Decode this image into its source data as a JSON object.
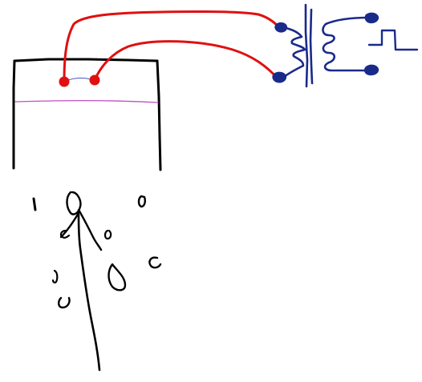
{
  "colors": {
    "background": "#ffffff",
    "ink": "#000000",
    "wire": "#e01010",
    "transformer": "#1a2a8a",
    "waterline": "#c050c0"
  },
  "components": {
    "container": "open-top-tank",
    "electrodes": "two-red-electrodes",
    "wires": "red-wire-pair",
    "transformer": "step-up-transformer-coils",
    "waveform": "square-pulse-symbol",
    "bubbles": "bubble-stream-strokes"
  }
}
